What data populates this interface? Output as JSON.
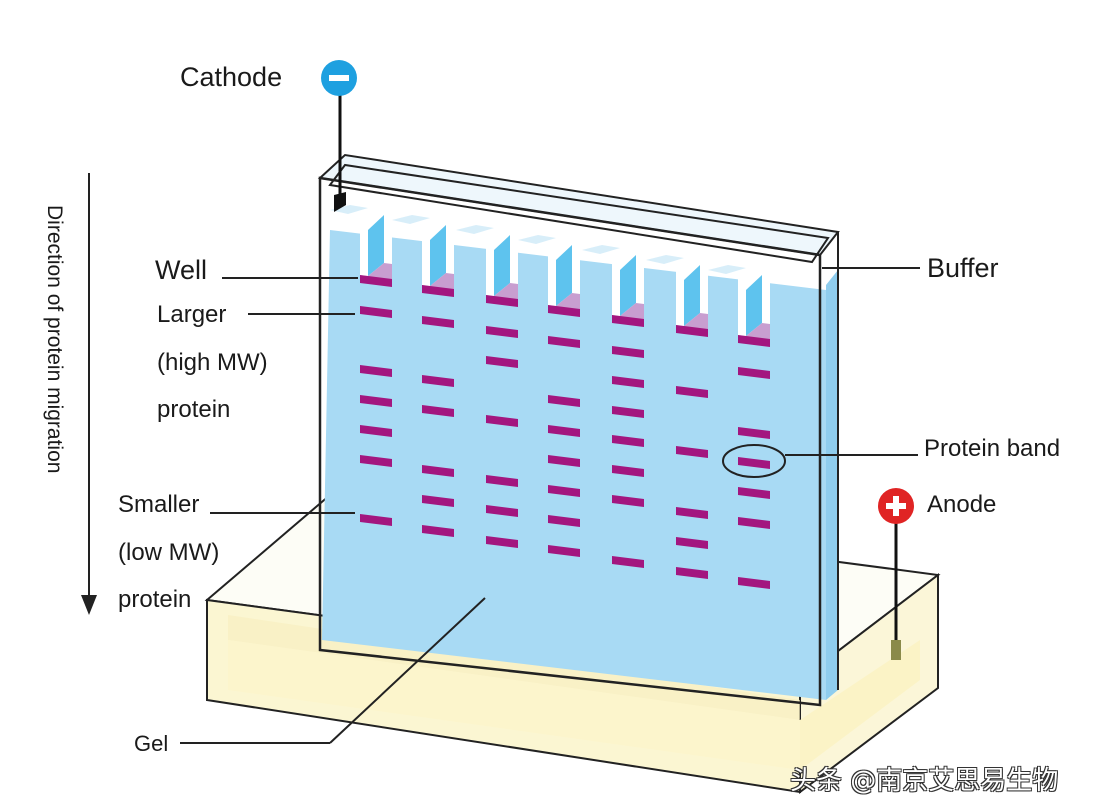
{
  "labels": {
    "cathode": "Cathode",
    "anode": "Anode",
    "well": "Well",
    "larger_1": "Larger",
    "larger_2": "(high MW)",
    "larger_3": "protein",
    "smaller_1": "Smaller",
    "smaller_2": "(low MW)",
    "smaller_3": "protein",
    "buffer": "Buffer",
    "protein_band": "Protein band",
    "gel": "Gel",
    "direction": "Direction of protein migration"
  },
  "icons": {
    "cathode": "minus-icon",
    "anode": "plus-icon"
  },
  "watermark": "头条 @南京艾思易生物",
  "colors": {
    "gel": "#a8daf4",
    "band": "#a3167f",
    "cathode": "#1ea0e0",
    "anode": "#e02424",
    "buffer": "#fbf5cf"
  }
}
